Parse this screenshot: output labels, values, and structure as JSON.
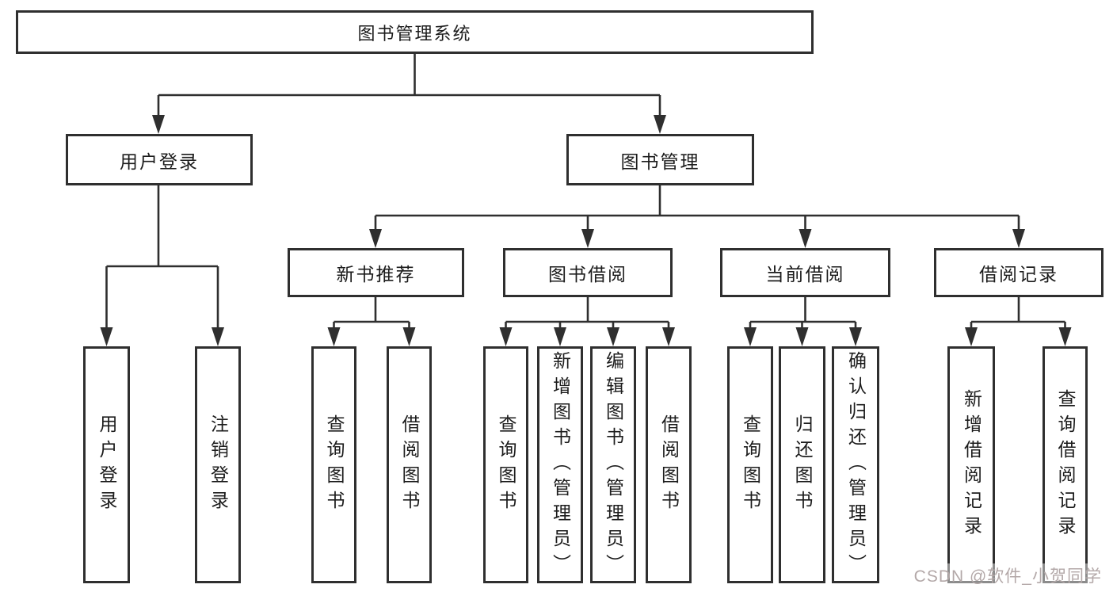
{
  "tree": {
    "label": "图书管理系统",
    "children": [
      {
        "label": "用户登录",
        "children": [
          {
            "label": "用户登录"
          },
          {
            "label": "注销登录"
          }
        ]
      },
      {
        "label": "图书管理",
        "children": [
          {
            "label": "新书推荐",
            "children": [
              {
                "label": "查询图书"
              },
              {
                "label": "借阅图书"
              }
            ]
          },
          {
            "label": "图书借阅",
            "children": [
              {
                "label": "查询图书"
              },
              {
                "label": "新增图书（管理员）"
              },
              {
                "label": "编辑图书（管理员）"
              },
              {
                "label": "借阅图书"
              }
            ]
          },
          {
            "label": "当前借阅",
            "children": [
              {
                "label": "查询图书"
              },
              {
                "label": "归还图书"
              },
              {
                "label": "确认归还（管理员）"
              }
            ]
          },
          {
            "label": "借阅记录",
            "children": [
              {
                "label": "新增借阅记录"
              },
              {
                "label": "查询借阅记录"
              }
            ]
          }
        ]
      }
    ]
  },
  "watermark": {
    "text": "CSDN @软件_小贺同学"
  },
  "colors": {
    "line": "#2f2f2f",
    "box_border": "#2f2f2f",
    "text": "#1c1c1c",
    "watermark": "#b3a8a8",
    "background": "#ffffff"
  }
}
